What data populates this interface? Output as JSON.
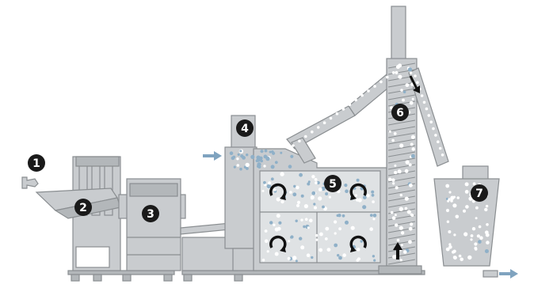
{
  "diagram": {
    "colors": {
      "machine_fill": "#c9cccf",
      "machine_fill_dark": "#b3b7ba",
      "machine_stroke": "#8a8e91",
      "particle_light": "#ffffff",
      "particle_blue": "#8fb0c8",
      "badge_fill": "#1a1a1a",
      "badge_text": "#ffffff",
      "flow_arrow": "#7fa3bf"
    },
    "stations": [
      {
        "id": "1",
        "label": "1",
        "component": "feed-inlet"
      },
      {
        "id": "2",
        "label": "2",
        "component": "crusher-hopper"
      },
      {
        "id": "3",
        "label": "3",
        "component": "shredder-unit"
      },
      {
        "id": "4",
        "label": "4",
        "component": "dosing-tower"
      },
      {
        "id": "5",
        "label": "5",
        "component": "mixing-chamber"
      },
      {
        "id": "6",
        "label": "6",
        "component": "vertical-screw-conveyor"
      },
      {
        "id": "7",
        "label": "7",
        "component": "collection-silo"
      }
    ],
    "icons": {
      "inlet_flow": "arrow-right-icon",
      "outlet_flow": "arrow-right-icon",
      "rotation": "rotate-cw-icon",
      "lift": "arrow-up-icon",
      "drop": "arrow-down-icon"
    }
  }
}
